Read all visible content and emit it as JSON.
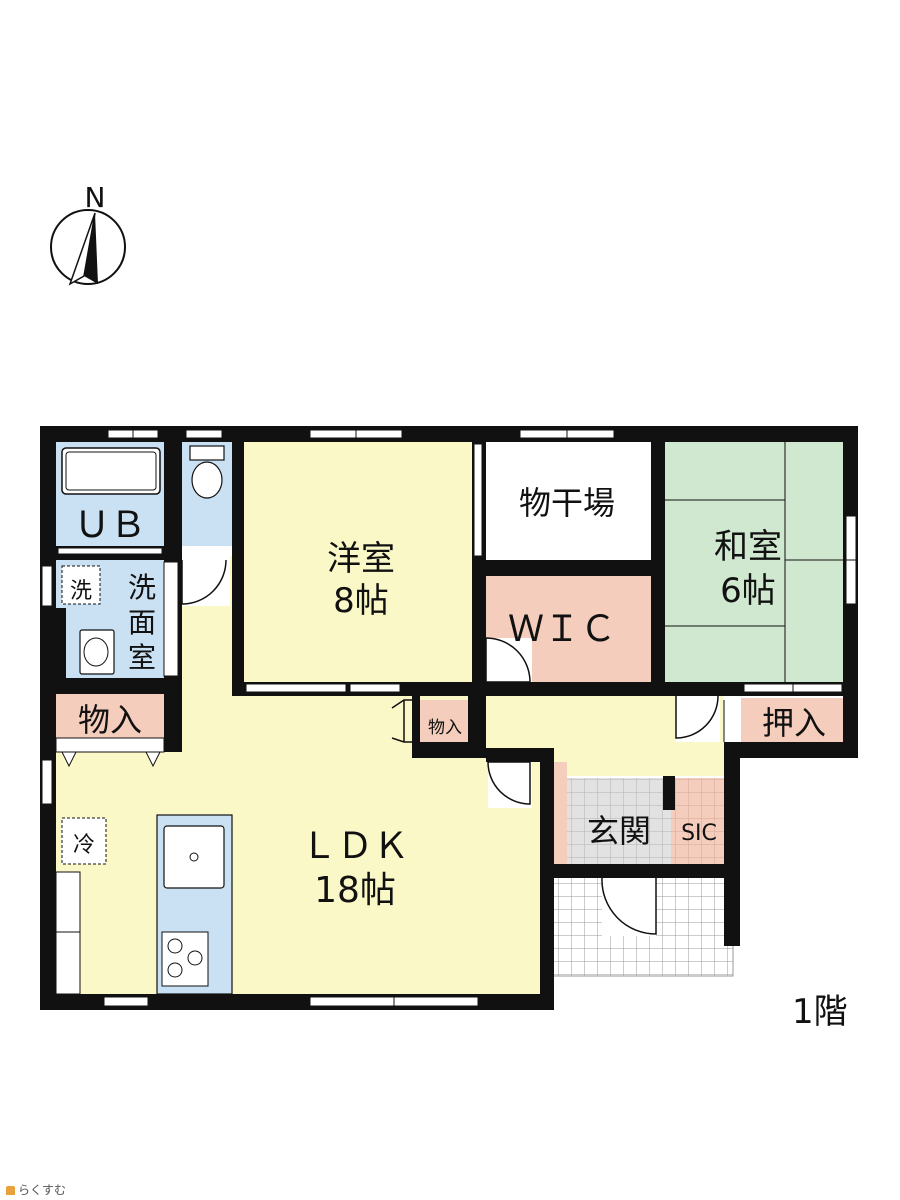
{
  "compass": {
    "label": "N"
  },
  "rooms": {
    "ub": "ＵＢ",
    "wash_machine": "洗",
    "washroom": [
      "洗",
      "面",
      "室"
    ],
    "youshitsu": {
      "name": "洋室",
      "size": "8帖"
    },
    "monohoshiba": "物干場",
    "wic": "ＷＩＣ",
    "washitsu": {
      "name": "和室",
      "size": "6帖"
    },
    "oshiire": "押入",
    "storage_left": "物入",
    "storage_small": "物入",
    "fridge": "冷",
    "ldk": {
      "name": "ＬＤＫ",
      "size": "18帖"
    },
    "genkan": "玄関",
    "sic": "SIC"
  },
  "floor_label": "1階",
  "brand": "らくすむ",
  "colors": {
    "wall": "#111111",
    "ldk": "#fbf8c8",
    "youshitsu": "#fbf8c8",
    "wic": "#f4cdbd",
    "washitsu": "#cfe8cf",
    "wet": "#c9e1f3",
    "storage": "#f4cdbd",
    "genkan": "#e2e2e2",
    "porch_grid": "#9a9a9a"
  }
}
